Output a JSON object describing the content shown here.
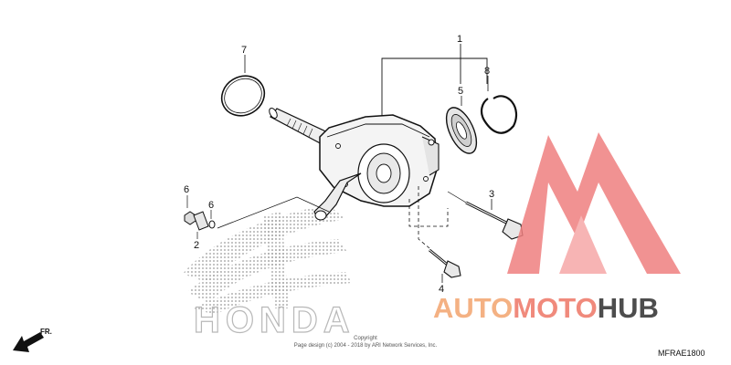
{
  "diagram": {
    "code": "MFRAE1800",
    "copyright_line1": "Copyright",
    "copyright_line2": "Page design (c) 2004 - 2018 by ARI Network Services, Inc.",
    "brand_wordmark": "HONDA",
    "direction_label": "FR.",
    "callouts": [
      "1",
      "2",
      "3",
      "4",
      "5",
      "6",
      "6",
      "7",
      "8"
    ]
  },
  "watermark": {
    "part1": "AUTO",
    "part2": "MOTO",
    "part3": "HUB",
    "color_primary": "#f4b183",
    "color_secondary": "#f08a7c",
    "color_dark": "#4d4d4d",
    "logo_color": "#ef7f7f"
  }
}
